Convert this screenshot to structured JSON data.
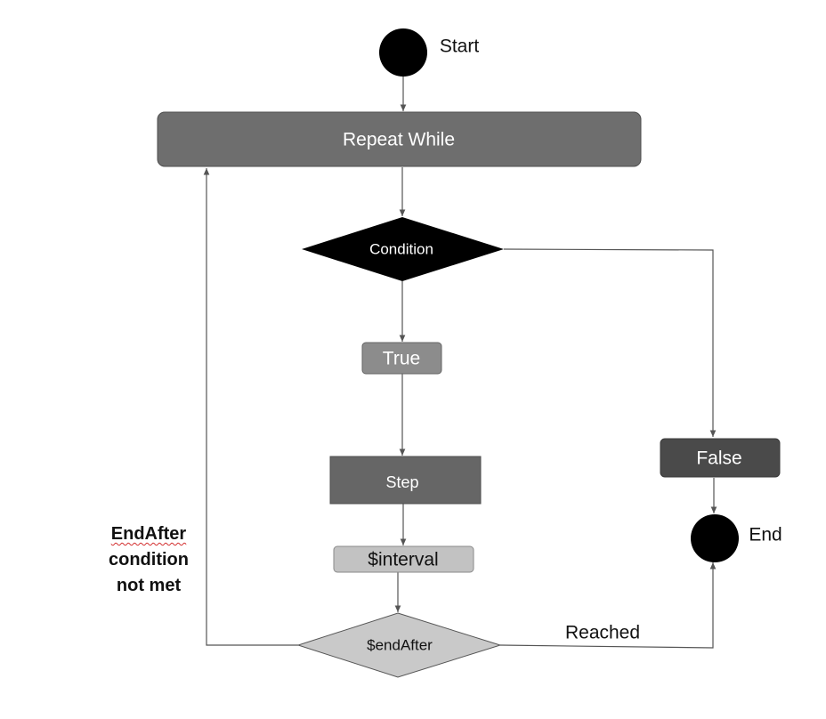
{
  "nodes": {
    "start": "Start",
    "repeat_while": "Repeat While",
    "condition": "Condition",
    "true_label": "True",
    "step": "Step",
    "interval": "$interval",
    "end_after": "$endAfter",
    "false_label": "False",
    "end": "End"
  },
  "edge_labels": {
    "reached": "Reached",
    "not_met_line1": "EndAfter",
    "not_met_line2": "condition",
    "not_met_line3": "not met"
  },
  "colors": {
    "repeat_while_fill": "#6e6e6e",
    "condition_fill": "#000000",
    "true_fill": "#8c8c8c",
    "step_fill": "#666666",
    "interval_fill": "#c2c2c2",
    "end_after_fill": "#c9c9c9",
    "false_fill": "#4a4a4a",
    "terminal_fill": "#000000",
    "edge_stroke": "#555555",
    "spellcheck_underline": "#d32f2f"
  }
}
